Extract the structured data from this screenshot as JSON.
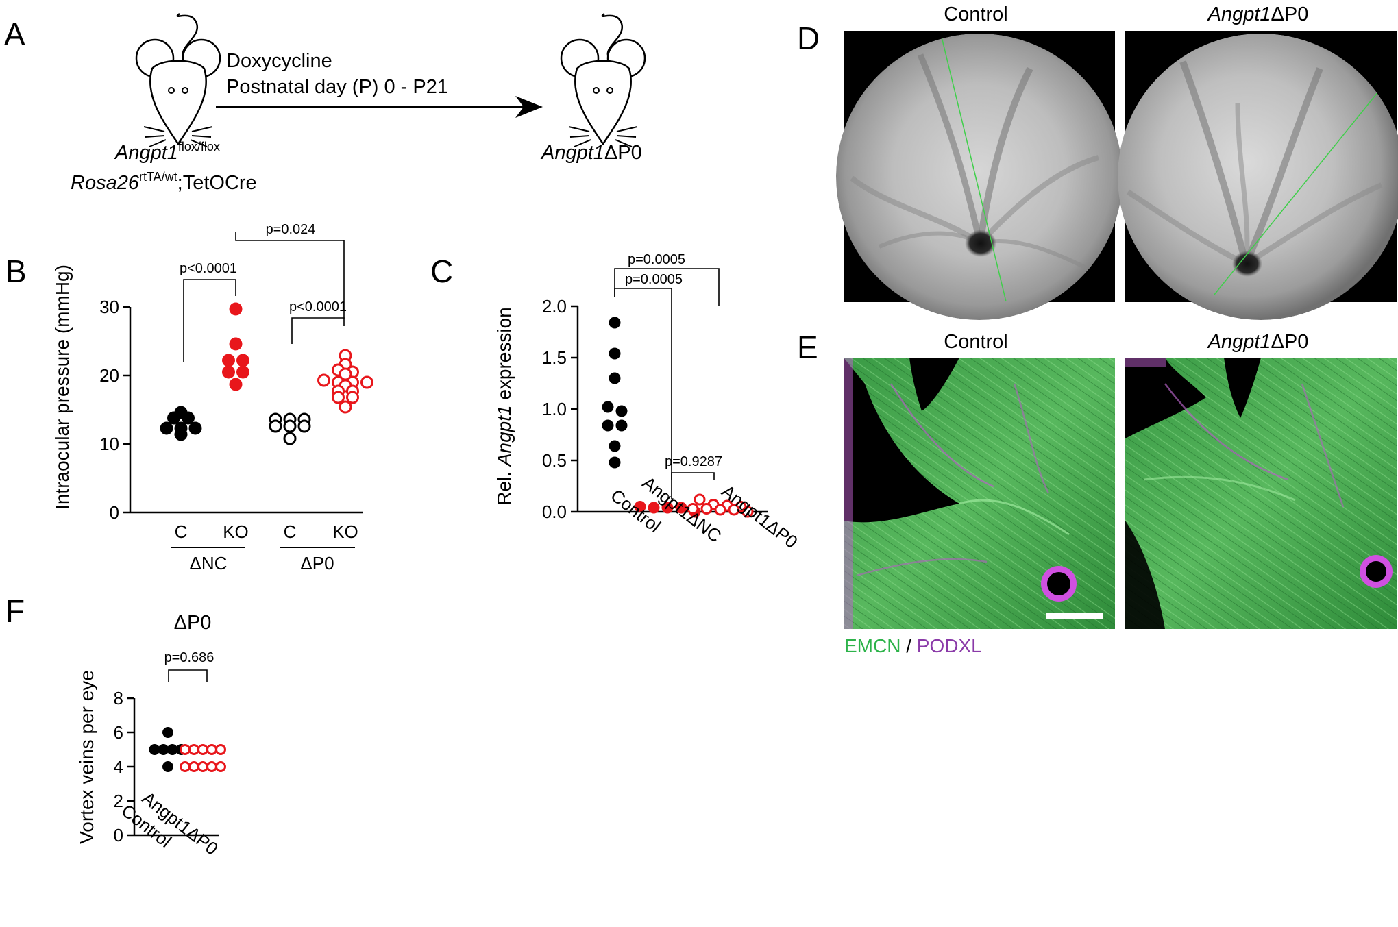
{
  "panels": {
    "a": "A",
    "b": "B",
    "c": "C",
    "d": "D",
    "e": "E",
    "f": "F"
  },
  "panel_a": {
    "treatment": "Doxycycline",
    "time": "Postnatal day (P) 0 - P21",
    "geno1_gene": "Angpt1",
    "geno1_sup": "flox/flox",
    "geno2_gene": "Rosa26",
    "geno2_sup": "rtTA/wt",
    "geno2_rest": ";TetOCre",
    "result_gene": "Angpt1",
    "result_rest": "ΔP0"
  },
  "panel_d": {
    "control_label": "Control",
    "ko_gene": "Angpt1",
    "ko_rest": "ΔP0"
  },
  "panel_e": {
    "control_label": "Control",
    "ko_gene": "Angpt1",
    "ko_rest": "ΔP0",
    "stain1": "EMCN",
    "sep": " / ",
    "stain2": "PODXL",
    "colors": {
      "emcn": "#2db34a",
      "podxl": "#8a3aa8"
    }
  },
  "chart_data": [
    {
      "id": "B",
      "type": "scatter",
      "ylabel": "Intraocular pressure (mmHg)",
      "ylim": [
        0,
        30
      ],
      "yticks": [
        0,
        10,
        20,
        30
      ],
      "categories": [
        "C",
        "KO",
        "C",
        "KO"
      ],
      "groups": [
        "ΔNC",
        "ΔP0"
      ],
      "colors": {
        "control": "#000000",
        "ko": "#e8161b"
      },
      "series": [
        {
          "category": "C",
          "group": "ΔNC",
          "fill": "solid",
          "values": [
            12.3,
            12.3,
            13.8,
            14.6,
            13.8,
            11.4,
            12.3
          ]
        },
        {
          "category": "KO",
          "group": "ΔNC",
          "fill": "solid",
          "values": [
            29.7,
            24.6,
            22.2,
            22.2,
            20.5,
            18.7,
            20.5
          ]
        },
        {
          "category": "C",
          "group": "ΔP0",
          "fill": "open",
          "values": [
            12.6,
            13.6,
            13.6,
            13.6,
            12.6,
            12.6,
            10.8
          ]
        },
        {
          "category": "KO",
          "group": "ΔP0",
          "fill": "open",
          "values": [
            22.9,
            21.6,
            20.8,
            20.5,
            20.2,
            19.3,
            19.0,
            19.0,
            19.0,
            18.5,
            17.7,
            17.7,
            16.8,
            16.8,
            15.4
          ]
        }
      ],
      "comparisons": [
        {
          "label": "p<0.0001"
        },
        {
          "label": "p=0.024"
        },
        {
          "label": "p<0.0001"
        }
      ]
    },
    {
      "id": "C",
      "type": "scatter",
      "ylabel_pre": "Rel. ",
      "ylabel_gene": "Angpt1",
      "ylabel_post": " expression",
      "ylim": [
        0,
        2.0
      ],
      "yticks": [
        "0.0",
        "0.5",
        "1.0",
        "1.5",
        "2.0"
      ],
      "categories": [
        "Control",
        "Angpt1ΔNC",
        "Angpt1ΔP0"
      ],
      "colors": {
        "control": "#000000",
        "ko": "#e8161b"
      },
      "series": [
        {
          "name": "Control",
          "fill": "solid",
          "values": [
            1.84,
            1.54,
            1.3,
            1.02,
            0.98,
            0.84,
            0.84,
            0.64,
            0.48
          ]
        },
        {
          "name": "Angpt1ΔNC",
          "fill": "solid",
          "values": [
            0.04,
            0.0,
            0.05,
            0.04,
            0.04
          ]
        },
        {
          "name": "Angpt1ΔP0",
          "fill": "open",
          "values": [
            0.12,
            0.07,
            0.06,
            0.03,
            0.02,
            0.05,
            0.03,
            0.02,
            0.0
          ]
        }
      ],
      "comparisons": [
        {
          "label": "p=0.0005"
        },
        {
          "label": "p=0.0005"
        },
        {
          "label": "p=0.9287"
        }
      ]
    },
    {
      "id": "F",
      "type": "scatter",
      "title": "ΔP0",
      "ylabel": "Vortex veins per eye",
      "ylim": [
        0,
        8
      ],
      "yticks": [
        0,
        2,
        4,
        6,
        8
      ],
      "categories": [
        "Control",
        "Angpt1ΔP0"
      ],
      "colors": {
        "control": "#000000",
        "ko": "#e8161b"
      },
      "series": [
        {
          "name": "Control",
          "fill": "solid",
          "values": [
            6,
            5,
            5,
            5,
            5,
            4
          ]
        },
        {
          "name": "Angpt1ΔP0",
          "fill": "open",
          "values": [
            5,
            5,
            5,
            5,
            5,
            4,
            4,
            4,
            4,
            4
          ]
        }
      ],
      "comparisons": [
        {
          "label": "p=0.686"
        }
      ]
    }
  ]
}
